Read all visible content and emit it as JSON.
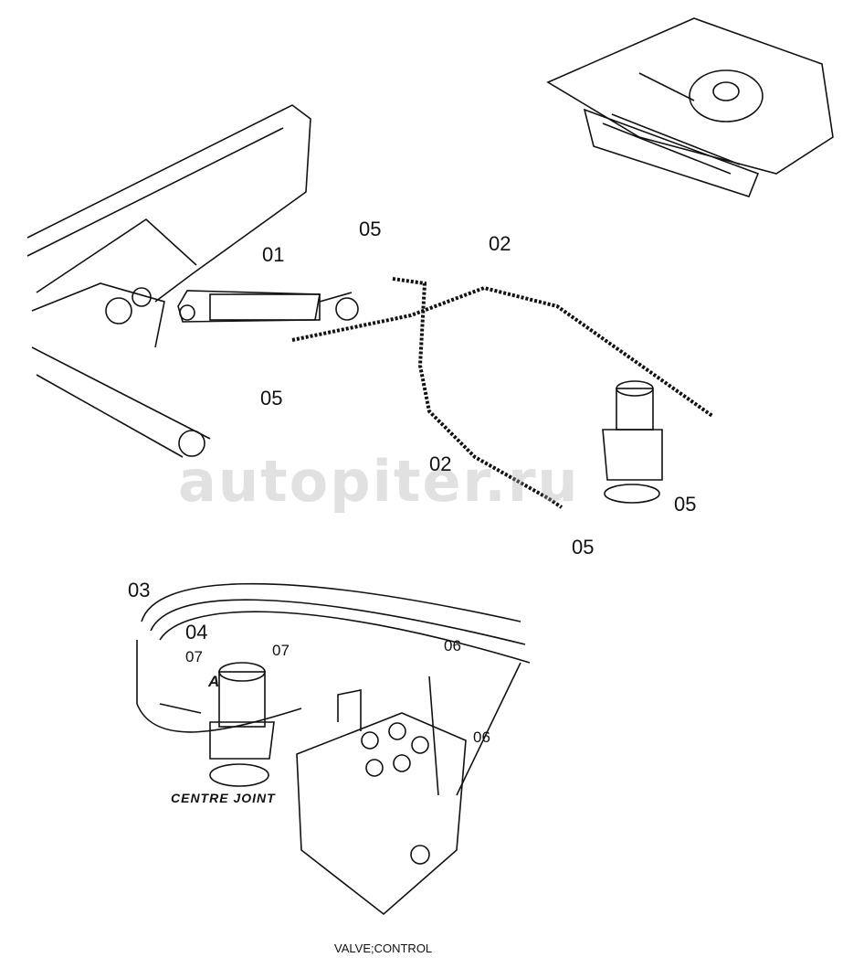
{
  "diagram": {
    "title": "VALVE;CONTROL",
    "centre_joint_label": "CENTRE JOINT",
    "view_marker": "A",
    "watermark": "autopiter.ru",
    "callouts": {
      "p01": "01",
      "p02_top": "02",
      "p02_mid": "02",
      "p03": "03",
      "p04": "04",
      "p05_top": "05",
      "p05_left": "05",
      "p05_right": "05",
      "p05_bottom": "05",
      "p06_top": "06",
      "p06_bottom": "06",
      "p07_left": "07",
      "p07_right": "07"
    }
  }
}
